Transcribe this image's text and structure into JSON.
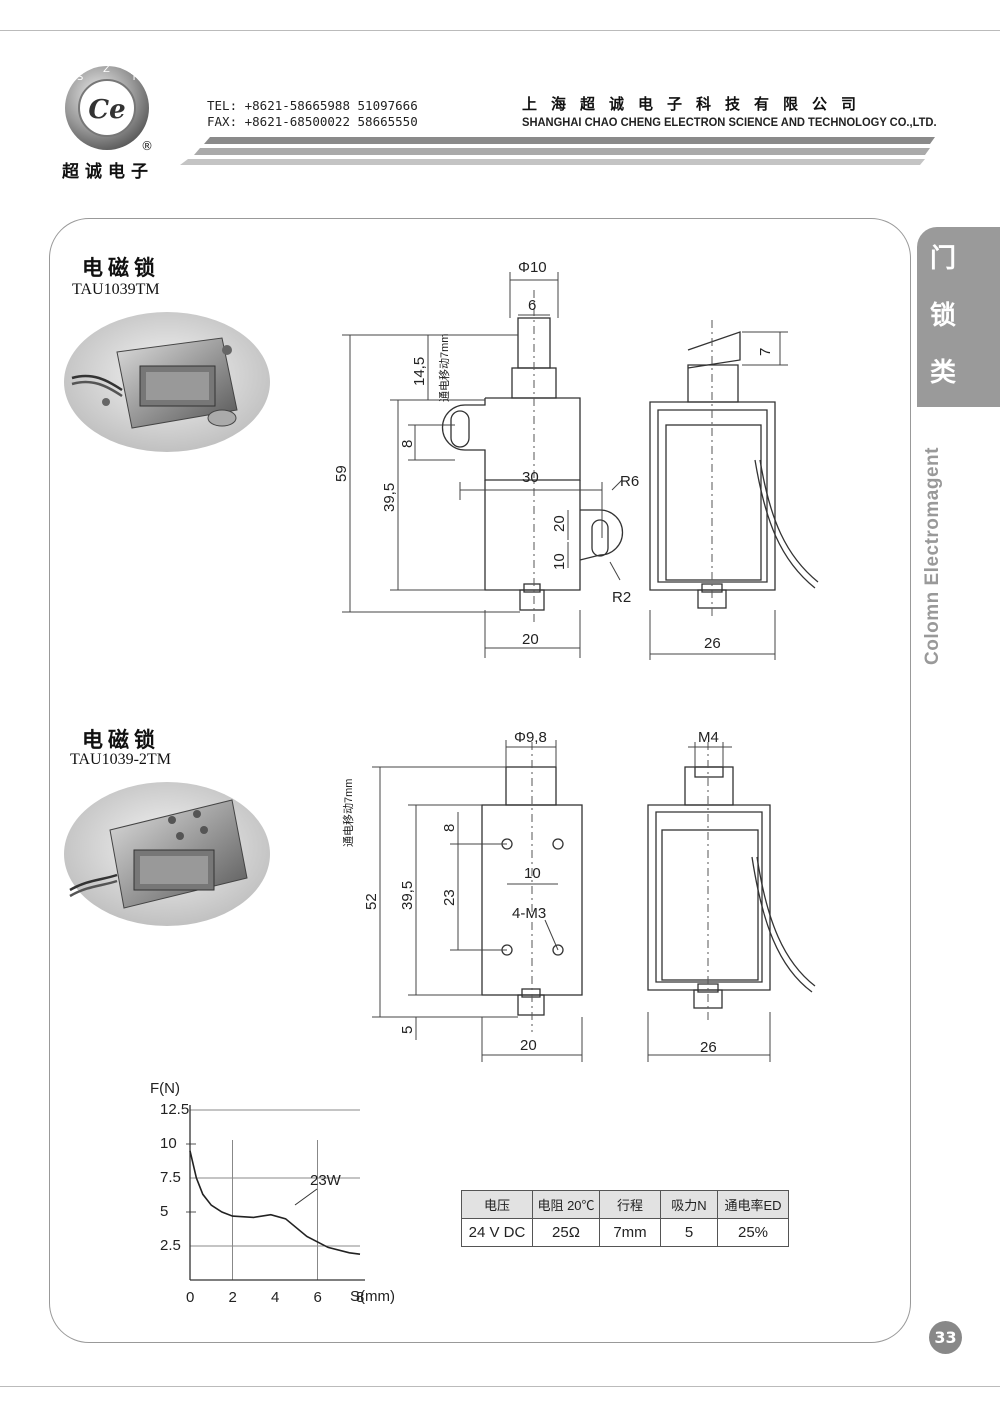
{
  "header": {
    "logo_letters": [
      "S",
      "Z",
      "T"
    ],
    "logo_mark": "Ce",
    "logo_registered": "®",
    "logo_text": "超诚电子",
    "tel": "TEL: +8621-58665988 51097666",
    "fax": "FAX: +8621-68500022 58665550",
    "company_cn": "上海超诚电子科技有限公司",
    "company_en": "SHANGHAI CHAO CHENG ELECTRON SCIENCE AND TECHNOLOGY CO.,LTD."
  },
  "side_tab": {
    "chars": [
      "门",
      "锁",
      "类"
    ],
    "category_en": "Colomn Electromagent"
  },
  "products": [
    {
      "title": "电磁锁",
      "model": "TAU1039TM",
      "dims": {
        "plunger_dia": "Φ10",
        "plunger_width": "6",
        "stroke_vertical": "14,5",
        "stroke_note": "通电移动7mm",
        "total_height": "59",
        "body_height": "39,5",
        "slot_height": "8",
        "hole_spacing": "30",
        "ear_radius": "R6",
        "ear_offset": "20",
        "ear_bottom": "10",
        "small_radius": "R2",
        "front_width": "20",
        "side_width": "26",
        "side_stroke": "7"
      }
    },
    {
      "title": "电磁锁",
      "model": "TAU1039-2TM",
      "dims": {
        "plunger_dia": "Φ9,8",
        "stroke_note": "通电移动7mm",
        "total_height": "52",
        "body_height": "39,5",
        "top_offset": "8",
        "hole_h": "10",
        "hole_v": "23",
        "thread": "4-M3",
        "bottom": "5",
        "front_width": "20",
        "side_width": "26",
        "side_thread": "M4"
      }
    }
  ],
  "chart_data": {
    "type": "line",
    "xlabel": "S(mm)",
    "ylabel": "F(N)",
    "x_ticks": [
      "0",
      "2",
      "4",
      "6",
      "8"
    ],
    "y_ticks": [
      "2.5",
      "5",
      "7.5",
      "10",
      "12.5"
    ],
    "xlim": [
      0,
      8
    ],
    "ylim": [
      0,
      12.5
    ],
    "series": [
      {
        "name": "23W",
        "x": [
          0,
          0.3,
          0.6,
          1.0,
          1.5,
          2.0,
          3.0,
          3.8,
          4.5,
          5.5,
          6.5,
          7.5,
          8.0
        ],
        "y": [
          9.5,
          7.5,
          6.3,
          5.5,
          5.0,
          4.7,
          4.6,
          4.8,
          4.5,
          3.2,
          2.4,
          2.0,
          1.9
        ]
      }
    ]
  },
  "spec_table": {
    "headers": [
      "电压",
      "电阻 20℃",
      "行程",
      "吸力N",
      "通电率ED"
    ],
    "rows": [
      [
        "24 V DC",
        "25Ω",
        "7mm",
        "5",
        "25%"
      ]
    ]
  },
  "page_number": "33"
}
